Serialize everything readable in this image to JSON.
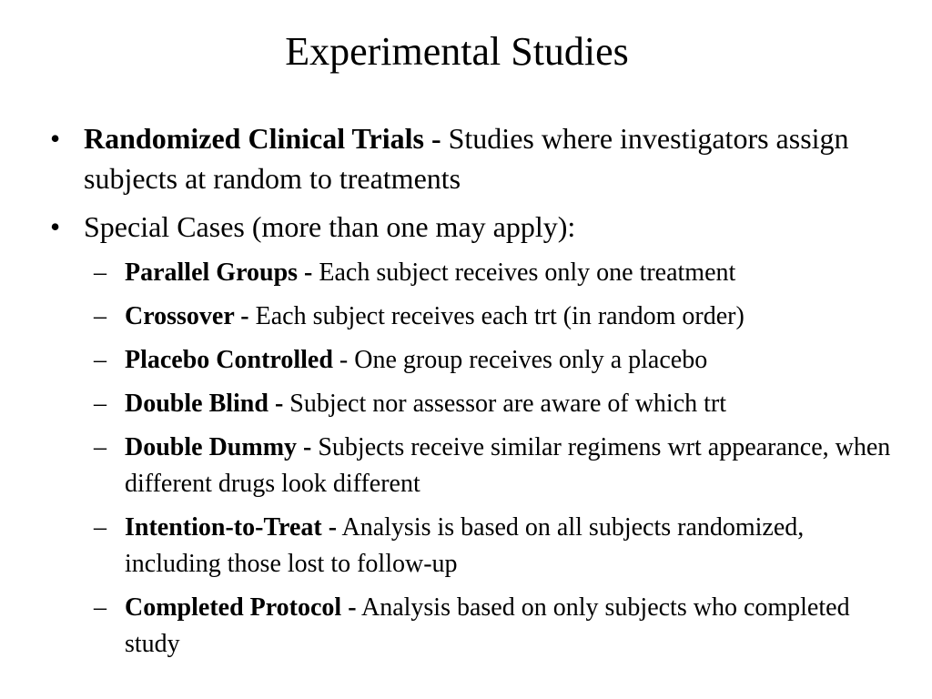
{
  "slide": {
    "title": "Experimental Studies",
    "items": [
      {
        "bold": "Randomized Clinical Trials -",
        "text": " Studies where investigators assign subjects at random to treatments"
      },
      {
        "bold": "",
        "text": "Special Cases (more than one may apply):"
      }
    ],
    "subitems": [
      {
        "bold": "Parallel Groups -",
        "text": " Each subject receives only one treatment"
      },
      {
        "bold": "Crossover -",
        "text": " Each subject receives each trt (in random order)"
      },
      {
        "bold": "Placebo Controlled",
        "text": " - One group receives only a placebo"
      },
      {
        "bold": "Double Blind -",
        "text": " Subject nor assessor are aware of which trt"
      },
      {
        "bold": "Double Dummy -",
        "text": " Subjects receive similar regimens wrt appearance, when different drugs look different"
      },
      {
        "bold": "Intention-to-Treat -",
        "text": " Analysis is based on all subjects randomized, including those lost to follow-up"
      },
      {
        "bold": "Completed Protocol -",
        "text": " Analysis based on only subjects who completed study"
      }
    ],
    "bullet_char": "•",
    "dash_char": "–"
  }
}
